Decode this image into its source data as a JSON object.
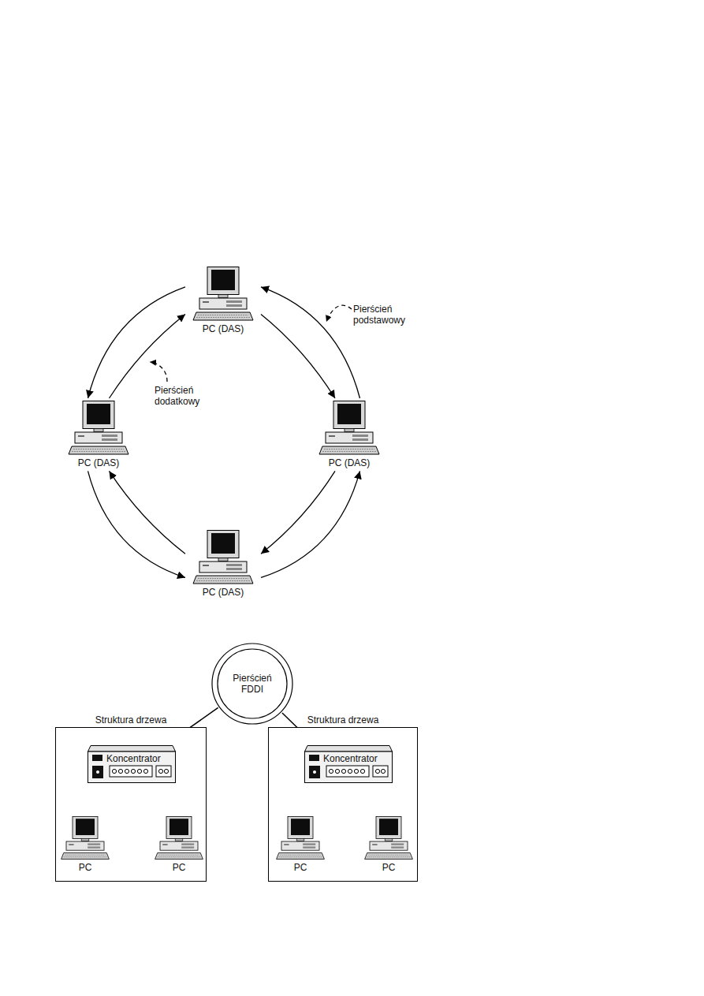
{
  "diagram": {
    "nodes": [
      {
        "text": [
          "PC (DAS)"
        ]
      },
      {
        "text": [
          "PC (DAS)"
        ]
      },
      {
        "text": [
          "PC (DAS)"
        ]
      },
      {
        "text": [
          "PC (DAS)"
        ]
      },
      {
        "text": [
          "Pierścień FDDI"
        ]
      },
      {
        "text": [
          "Struktura drzewa"
        ]
      },
      {
        "text": [
          "Koncentrator"
        ],
        "in": 5
      },
      {
        "text": [
          "PC"
        ],
        "in": 5
      },
      {
        "text": [
          "PC"
        ],
        "in": 5
      },
      {
        "text": [
          "Struktura drzewa"
        ]
      },
      {
        "text": [
          "Koncentrator"
        ],
        "in": 9
      },
      {
        "text": [
          "PC"
        ],
        "in": 9
      },
      {
        "text": [
          "PC"
        ],
        "in": 9
      }
    ],
    "edges": [
      {
        "from": 2,
        "to": 0,
        "arrow": "to"
      },
      {
        "from": 0,
        "to": 1,
        "arrow": "to"
      },
      {
        "from": 1,
        "to": 3,
        "arrow": "to"
      },
      {
        "from": 3,
        "to": 2,
        "arrow": "to"
      },
      {
        "from": 0,
        "to": 2,
        "arrow": "to"
      },
      {
        "from": 2,
        "to": 3,
        "arrow": "to"
      },
      {
        "from": 3,
        "to": 1,
        "arrow": "to"
      },
      {
        "from": 1,
        "to": 0,
        "arrow": "to"
      },
      {
        "from": 4,
        "to": 6,
        "arrow": "none"
      },
      {
        "from": 4,
        "to": 10,
        "arrow": "none"
      },
      {
        "from": 6,
        "to": 7,
        "arrow": "none"
      },
      {
        "from": 6,
        "to": 8,
        "arrow": "none"
      },
      {
        "from": 10,
        "to": 11,
        "arrow": "none"
      },
      {
        "from": 10,
        "to": 12,
        "arrow": "none"
      }
    ],
    "labels": [
      "Pierścień podstawowy",
      "Pierścień dodatkowy"
    ]
  }
}
